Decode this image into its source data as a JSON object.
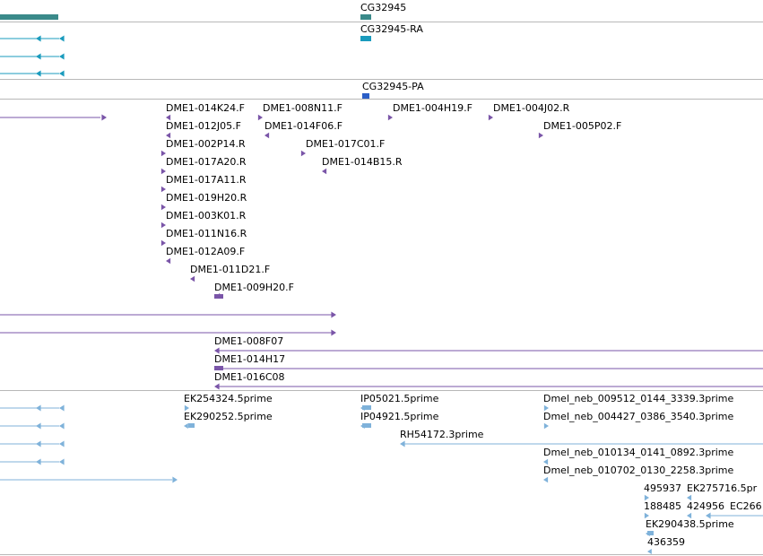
{
  "colors": {
    "gene": "#3a8a8a",
    "transcript": "#1a9bbd",
    "protein": "#2b5fc7",
    "clone": "#7a55a8",
    "est": "#7fb2da",
    "divider": "#b8b8b8"
  },
  "gene_track": {
    "gene_label": "CG32945",
    "transcript_label": "CG32945-RA",
    "protein_label": "CG32945-PA"
  },
  "clone_labels": [
    "DME1-014K24.F",
    "DME1-008N11.F",
    "DME1-004H19.F",
    "DME1-004J02.R",
    "DME1-012J05.F",
    "DME1-014F06.F",
    "DME1-005P02.F",
    "DME1-002P14.R",
    "DME1-017C01.F",
    "DME1-017A20.R",
    "DME1-014B15.R",
    "DME1-017A11.R",
    "DME1-019H20.R",
    "DME1-003K01.R",
    "DME1-011N16.R",
    "DME1-012A09.F",
    "DME1-011D21.F",
    "DME1-009H20.F",
    "DME1-008F07",
    "DME1-014H17",
    "DME1-016C08"
  ],
  "est_labels": [
    "EK254324.5prime",
    "IP05021.5prime",
    "Dmel_neb_009512_0144_3339.3prime",
    "EK290252.5prime",
    "IP04921.5prime",
    "Dmel_neb_004427_0386_3540.3prime",
    "RH54172.3prime",
    "Dmel_neb_010134_0141_0892.3prime",
    "Dmel_neb_010702_0130_2258.3prime",
    "495937",
    "EK275716.5pr",
    "188485",
    "424956",
    "EC266",
    "EK290438.5prime",
    "436359"
  ]
}
